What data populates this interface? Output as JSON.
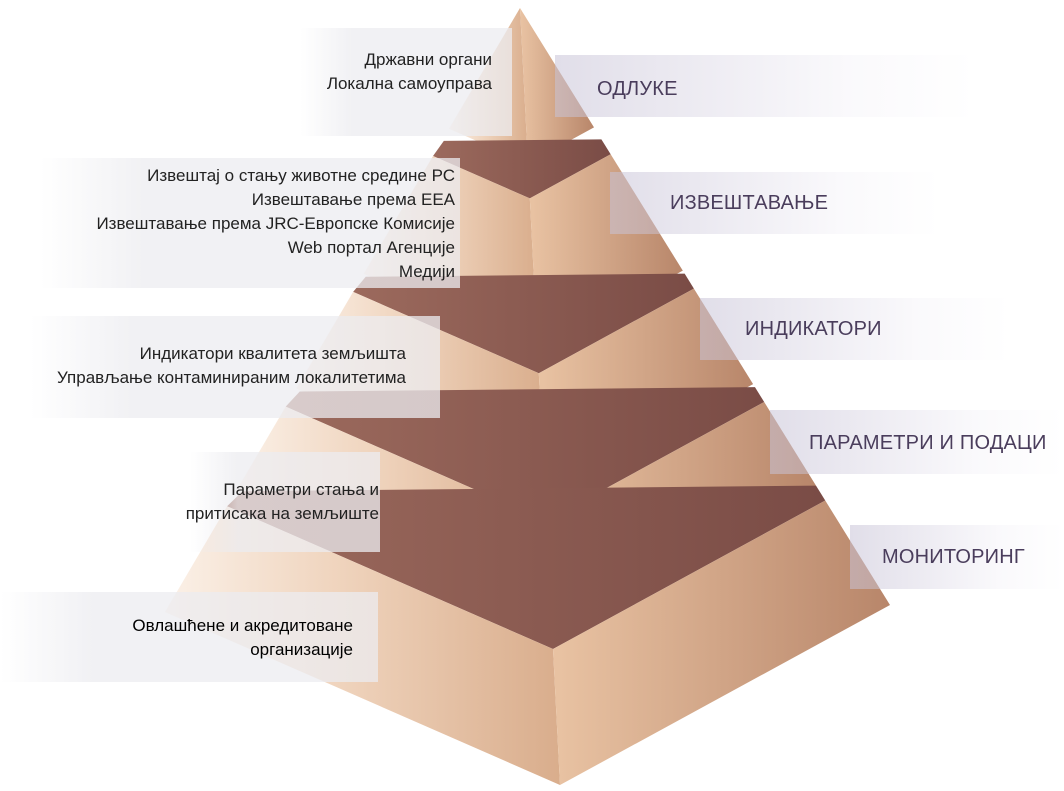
{
  "levels": [
    {
      "name": "ОДЛУКЕ",
      "lines": [
        "Државни органи",
        "Локална самоуправа"
      ]
    },
    {
      "name": "ИЗВЕШТАВАЊЕ",
      "lines": [
        "Извештај о стању животне средине РС",
        "Извештавање према ЕЕА",
        "Извештавање према JRC-Европске Комисије",
        "Web портал Агенције",
        "Медији"
      ]
    },
    {
      "name": "ИНДИКАТОРИ",
      "lines": [
        "Индикатори квалитета земљишта",
        "Управљање контаминираним локалитетима"
      ]
    },
    {
      "name": "ПАРАМЕТРИ И ПОДАЦИ",
      "lines": [
        "Параметри стања и",
        "притисака на земљиште"
      ]
    },
    {
      "name": "МОНИТОРИНГ",
      "lines": [
        "Овлашћене и акредитоване",
        "организације"
      ]
    }
  ],
  "colors": {
    "face_light": "#f3dfcd",
    "face_mid": "#dcb393",
    "face_dark": "#c08a6a",
    "side_light": "#e2b897",
    "side_dark": "#b07d5e",
    "gap": "#8d5f55",
    "label": "#4a3d5c"
  }
}
